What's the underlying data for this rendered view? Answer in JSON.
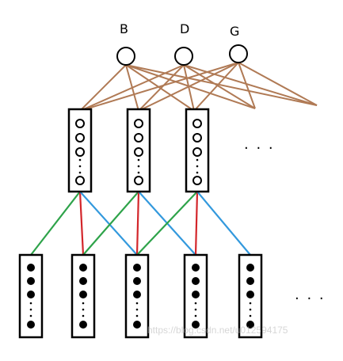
{
  "diagram": {
    "top_nodes": [
      {
        "id": "B",
        "label": "B"
      },
      {
        "id": "D",
        "label": "D"
      },
      {
        "id": "G",
        "label": "G"
      }
    ],
    "mid_more_label": "· · ·",
    "bottom_more_label": "· · ·",
    "watermark": "https://blog.csdn.net/u012594175",
    "colors": {
      "top_edges": "#b07a55",
      "green": "#2ea34a",
      "red": "#d3262b",
      "blue": "#3399dd",
      "box_stroke": "#000000"
    },
    "mid_to_bottom_edges": [
      {
        "from": 0,
        "to": 0,
        "color": "green"
      },
      {
        "from": 0,
        "to": 1,
        "color": "red"
      },
      {
        "from": 0,
        "to": 2,
        "color": "blue"
      },
      {
        "from": 1,
        "to": 1,
        "color": "green"
      },
      {
        "from": 1,
        "to": 2,
        "color": "red"
      },
      {
        "from": 1,
        "to": 3,
        "color": "blue"
      },
      {
        "from": 2,
        "to": 2,
        "color": "green"
      },
      {
        "from": 2,
        "to": 3,
        "color": "red"
      },
      {
        "from": 2,
        "to": 4,
        "color": "blue"
      }
    ]
  }
}
